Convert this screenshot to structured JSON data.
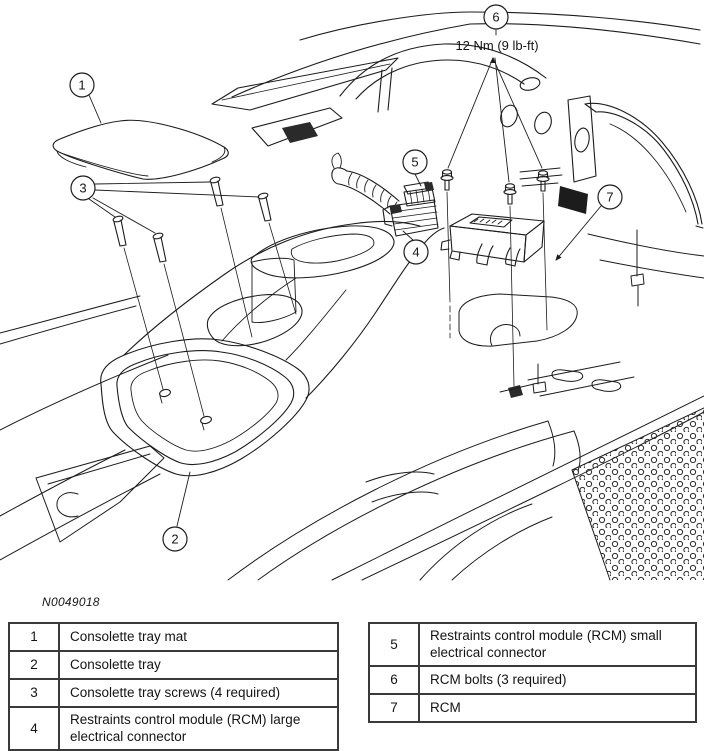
{
  "figure": {
    "id": "N0049018",
    "torque_note": "12 Nm (9 lb-ft)"
  },
  "callouts": [
    {
      "number": "1",
      "part": "Consolette tray mat"
    },
    {
      "number": "2",
      "part": "Consolette tray"
    },
    {
      "number": "3",
      "part": "Consolette tray screws (4 required)"
    },
    {
      "number": "4",
      "part": "Restraints control module (RCM) large electrical connector"
    },
    {
      "number": "5",
      "part": "Restraints control module (RCM) small electrical connector"
    },
    {
      "number": "6",
      "part": "RCM bolts (3 required)"
    },
    {
      "number": "7",
      "part": "RCM"
    }
  ],
  "legend": {
    "left_rows": [
      {
        "num": "1",
        "label": "Consolette tray mat"
      },
      {
        "num": "2",
        "label": "Consolette tray"
      },
      {
        "num": "3",
        "label": "Consolette tray screws (4 required)"
      },
      {
        "num": "4",
        "label": "Restraints control module (RCM) large electrical connector"
      }
    ],
    "right_rows": [
      {
        "num": "5",
        "label": "Restraints control module (RCM) small electrical connector"
      },
      {
        "num": "6",
        "label": "RCM bolts (3 required)"
      },
      {
        "num": "7",
        "label": "RCM"
      }
    ]
  },
  "colors": {
    "line": "#1c1c1c",
    "background": "#ffffff",
    "table_border": "#3a3a3a"
  }
}
